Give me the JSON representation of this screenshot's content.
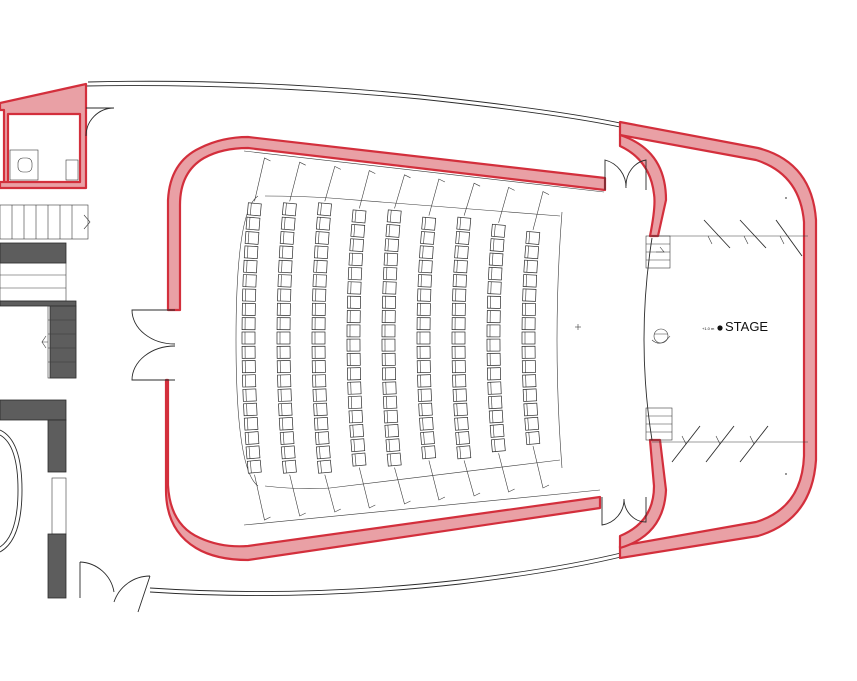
{
  "plan": {
    "stage_label": "STAGE",
    "level_mark": "+1.0 m",
    "seating": {
      "rows": 9,
      "seats_per_row": [
        19,
        19,
        19,
        18,
        18,
        17,
        17,
        16,
        15
      ]
    }
  },
  "colors": {
    "fire_wall": "#d32f3c",
    "fire_wall_fill": "#e9a0a5",
    "structure": "#5d5d5d",
    "line": "#2b2b2b"
  }
}
